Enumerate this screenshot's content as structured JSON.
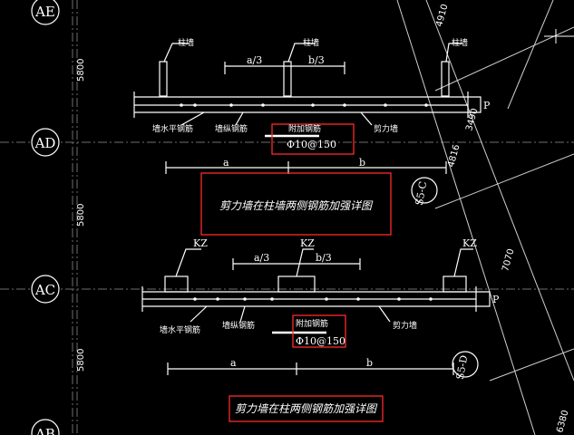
{
  "axes": {
    "ae": "AE",
    "ad": "AD",
    "ac": "AC",
    "ab": "AB"
  },
  "dims": {
    "left_1": "5800",
    "left_2": "5800",
    "left_3": "5800",
    "right_top": "4910",
    "right_mid": "4816",
    "right_3490": "3490",
    "right_7070": "7070",
    "right_6380": "6380"
  },
  "section_marks": {
    "top": "S5-C",
    "bottom": "S5-D"
  },
  "top_detail": {
    "pillar_left": "柱墙",
    "pillar_right": "柱墙",
    "pillar_far": "柱墙",
    "a3": "a/3",
    "b3": "b/3",
    "horizontal_bar": "墙水平钢筋",
    "vertical_bar": "墙纵钢筋",
    "added_bar": "附加钢筋",
    "added_bar_spec": "Φ10@150",
    "shear_wall": "剪力墙",
    "dim_a": "a",
    "dim_b": "b",
    "p": "P",
    "title": "剪力墙在柱墙两侧钢筋加强详图"
  },
  "bottom_detail": {
    "kz_left": "KZ",
    "kz_mid": "KZ",
    "kz_right": "KZ",
    "a3": "a/3",
    "b3": "b/3",
    "horizontal_bar": "墙水平钢筋",
    "vertical_bar": "墙纵钢筋",
    "added_bar": "附加钢筋",
    "added_bar_spec": "Φ10@150",
    "shear_wall": "剪力墙",
    "dim_a": "a",
    "dim_b": "b",
    "p": "P",
    "title": "剪力墙在柱两侧钢筋加强详图"
  },
  "colors": {
    "background": "#000000",
    "grid": "#6e6e6e",
    "line": "#ffffff",
    "highlight": "#ff2a2a",
    "text": "#ffffff"
  }
}
